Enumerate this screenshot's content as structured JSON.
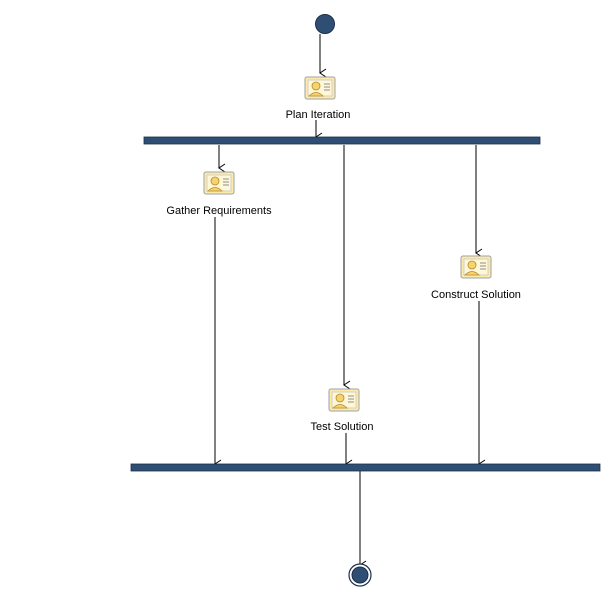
{
  "diagram": {
    "type": "activity-diagram",
    "colors": {
      "node_fill": "#2f4e74",
      "node_stroke": "#1c2f48",
      "bar_fill": "#2f4e74",
      "edge": "#000000",
      "icon_fill": "#ffe9a8",
      "icon_stroke": "#9aa3ad"
    },
    "start_node": {
      "name": "initial-node"
    },
    "fork": {
      "name": "fork-bar"
    },
    "join": {
      "name": "join-bar"
    },
    "end_node": {
      "name": "final-node"
    },
    "activities": [
      {
        "id": "plan",
        "label": "Plan Iteration",
        "icon": "task-icon"
      },
      {
        "id": "gather",
        "label": "Gather Requirements",
        "icon": "task-icon"
      },
      {
        "id": "construct",
        "label": "Construct Solution",
        "icon": "task-icon"
      },
      {
        "id": "test",
        "label": "Test Solution",
        "icon": "task-icon"
      }
    ]
  }
}
